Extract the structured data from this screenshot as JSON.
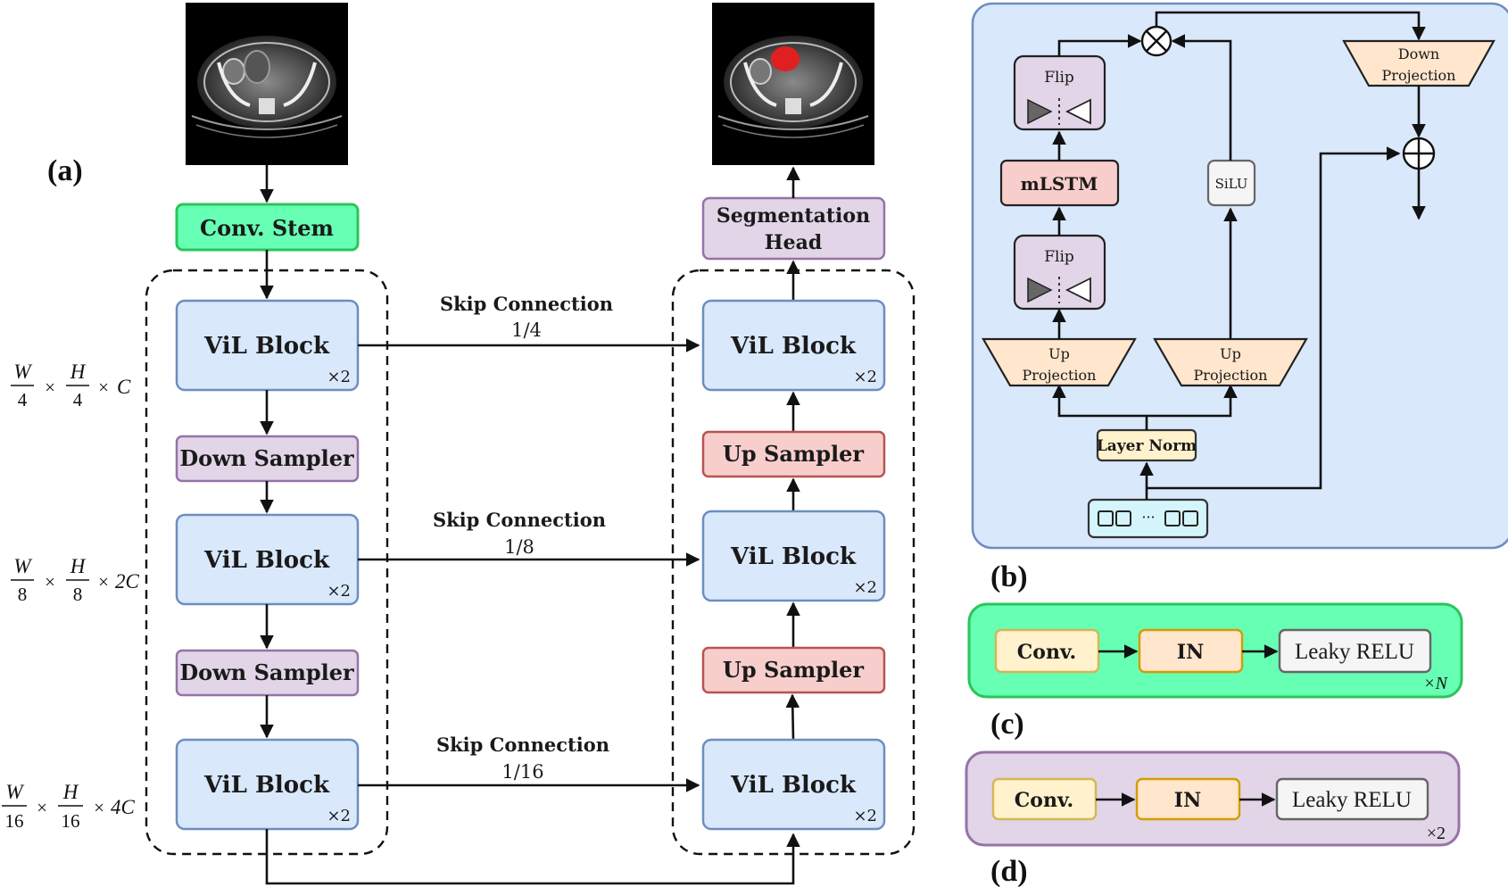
{
  "panel_labels": {
    "a": "(a)",
    "b": "(b)",
    "c": "(c)",
    "d": "(d)"
  },
  "encoder": {
    "conv_stem": "Conv. Stem",
    "vil_block": "ViL Block",
    "down_sampler": "Down Sampler",
    "repeat": "×2"
  },
  "decoder": {
    "seg_head_line1": "Segmentation",
    "seg_head_line2": "Head",
    "vil_block": "ViL Block",
    "up_sampler": "Up Sampler",
    "repeat": "×2"
  },
  "skips": [
    {
      "title": "Skip Connection",
      "ratio": "1/4"
    },
    {
      "title": "Skip Connection",
      "ratio": "1/8"
    },
    {
      "title": "Skip Connection",
      "ratio": "1/16"
    }
  ],
  "dims": [
    {
      "w": "W",
      "wd": "4",
      "h": "H",
      "hd": "4",
      "c": "C",
      "times": "×"
    },
    {
      "w": "W",
      "wd": "8",
      "h": "H",
      "hd": "8",
      "c": "2C",
      "times": "×"
    },
    {
      "w": "W",
      "wd": "16",
      "h": "H",
      "hd": "16",
      "c": "4C",
      "times": "×"
    }
  ],
  "vil_detail": {
    "flip": "Flip",
    "mlstm": "mLSTM",
    "silu": "SiLU",
    "up_proj_1": "Up",
    "up_proj_2": "Projection",
    "down_proj_1": "Down",
    "down_proj_2": "Projection",
    "layer_norm": "Layer Norm",
    "tokens_dots": "···",
    "multiply": "⊗",
    "add": "⊕"
  },
  "conv_block_c": {
    "conv": "Conv.",
    "norm": "IN",
    "act": "Leaky RELU",
    "repeat": "×N"
  },
  "conv_block_d": {
    "conv": "Conv.",
    "norm": "IN",
    "act": "Leaky RELU",
    "repeat": "×2"
  },
  "colors": {
    "vil_fill": "#dae8fc",
    "vil_stroke": "#6c8ebf",
    "purple_fill": "#e1d5e7",
    "purple_stroke": "#9673a6",
    "red_fill": "#f8cecc",
    "red_stroke": "#b85450",
    "green_fill": "#66ffb3",
    "green_stroke": "#2bc45a",
    "orange_fill": "#ffe6cc",
    "yellow_fill": "#fff2cc",
    "yellow_stroke": "#d6b656",
    "gray_fill": "#f5f5f5",
    "gray_stroke": "#666666",
    "cyan_fill": "#d4f5fb",
    "cyan_stroke": "#333333",
    "tumor": "#e02020"
  }
}
